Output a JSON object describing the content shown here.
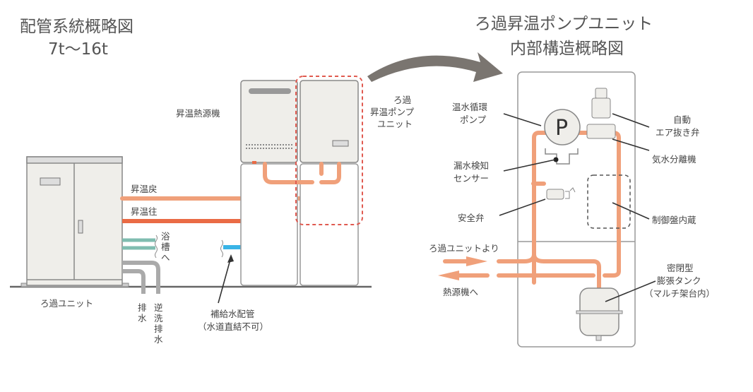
{
  "left_diagram": {
    "title_line1": "配管系統概略図",
    "title_line2": "7t〜16t",
    "labels": {
      "heat_source": "昇温熱源機",
      "return_pipe": "昇温戻",
      "supply_pipe": "昇温往",
      "to_bath": [
        "浴",
        "槽",
        "へ"
      ],
      "filter_unit": "ろ過ユニット",
      "drain": [
        "排",
        "水"
      ],
      "backwash_drain": [
        "逆",
        "洗",
        "排",
        "水"
      ],
      "makeup_water_line1": "補給水配管",
      "makeup_water_line2": "（水道直結不可）",
      "pump_unit_line1": "ろ過",
      "pump_unit_line2": "昇温ポンプ",
      "pump_unit_line3": "ユニット"
    }
  },
  "right_diagram": {
    "title_line1": "ろ過昇温ポンプユニット",
    "title_line2": "内部構造概略図",
    "labels": {
      "circulation_pump_line1": "温水循環",
      "circulation_pump_line2": "ポンプ",
      "pump_symbol": "P",
      "leak_sensor_line1": "漏水検知",
      "leak_sensor_line2": "センサー",
      "safety_valve": "安全弁",
      "auto_air_vent_line1": "自動",
      "auto_air_vent_line2": "エア抜き弁",
      "air_separator": "気水分離機",
      "control_panel": "制御盤内蔵",
      "from_filter_unit": "ろ過ユニットより",
      "to_heat_source": "熱源機へ",
      "expansion_tank_line1": "密閉型",
      "expansion_tank_line2": "膨張タンク",
      "expansion_tank_line3": "（マルチ架台内）"
    }
  },
  "colors": {
    "return_pipe": "#f0a07a",
    "supply_pipe": "#ea6b45",
    "makeup_water": "#3ab4e6",
    "bath_pipe": "#7fbdb0",
    "drain_pipe": "#aaaaaa",
    "highlight_dashed": "#e05a50",
    "arrow": "#7a7570"
  }
}
